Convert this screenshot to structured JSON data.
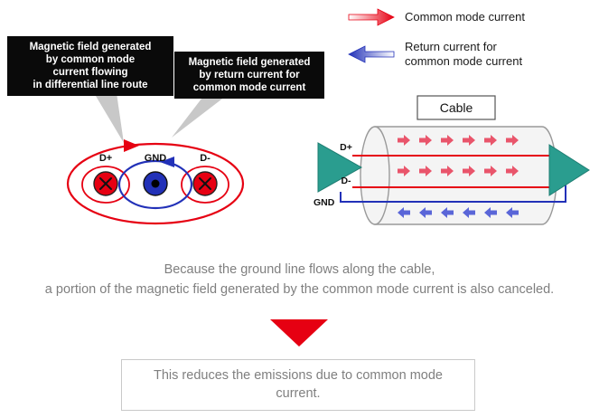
{
  "colors": {
    "red": "#e60012",
    "blue": "#2231b8",
    "teal": "#2a9d8f",
    "arrow_red": "#e9556b",
    "arrow_blue": "#5a66d8",
    "gray_text": "#7f7f7f",
    "callout_bg": "#0a0a0a",
    "pointer_gray": "#c8c8c8"
  },
  "legend": {
    "common_mode_label": "Common mode current",
    "return_label": "Return current for\ncommon mode current"
  },
  "callouts": {
    "left_label": "Magnetic field generated\nby common mode\ncurrent flowing\nin differential line route",
    "right_label": "Magnetic field generated\nby return current for\ncommon mode current"
  },
  "cross_section": {
    "dplus_label": "D+",
    "gnd_label": "GND",
    "dminus_label": "D-"
  },
  "cable": {
    "title": "Cable",
    "dplus_label": "D+",
    "dminus_label": "D-",
    "gnd_label": "GND"
  },
  "body_text": {
    "line1": "Because the ground line flows along the cable,",
    "line2": "a portion of the magnetic field generated by the common mode current is also canceled."
  },
  "conclusion": {
    "text": "This reduces the emissions due to common mode current."
  }
}
